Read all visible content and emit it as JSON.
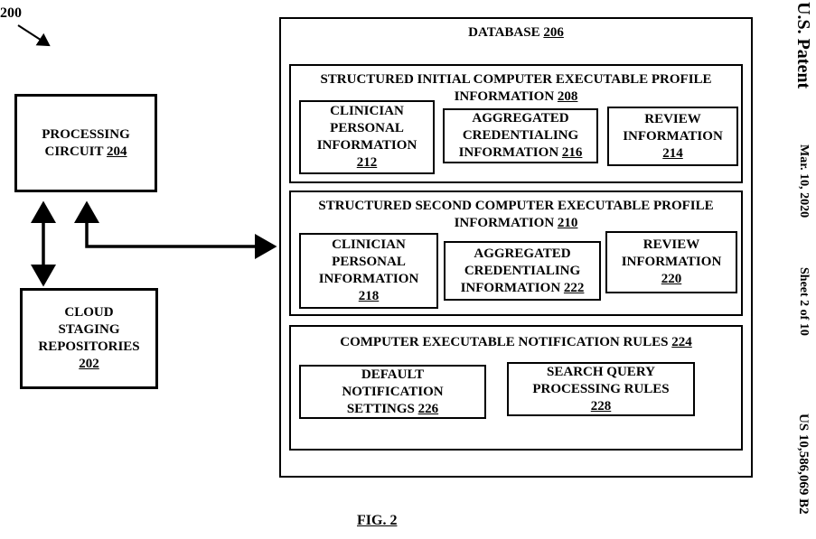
{
  "figure": {
    "ref": "200",
    "caption": "FIG. 2"
  },
  "side_header": {
    "title": "U.S. Patent",
    "date": "Mar. 10, 2020",
    "sheet": "Sheet 2 of 10",
    "number": "US 10,586,069 B2"
  },
  "processing": {
    "line1": "PROCESSING",
    "line2": "CIRCUIT",
    "num": "204"
  },
  "cloud": {
    "line1": "CLOUD",
    "line2": "STAGING",
    "line3": "REPOSITORIES",
    "num": "202"
  },
  "database": {
    "title": "DATABASE",
    "num": "206",
    "initial": {
      "line1": "STRUCTURED INITIAL COMPUTER EXECUTABLE PROFILE",
      "line2": "INFORMATION",
      "num": "208",
      "personal": {
        "l1": "CLINICIAN",
        "l2": "PERSONAL",
        "l3": "INFORMATION",
        "num": "212"
      },
      "cred": {
        "l1": "AGGREGATED",
        "l2": "CREDENTIALING",
        "l3": "INFORMATION",
        "num": "216"
      },
      "review": {
        "l1": "REVIEW",
        "l2": "INFORMATION",
        "num": "214"
      }
    },
    "second": {
      "line1": "STRUCTURED SECOND COMPUTER EXECUTABLE PROFILE",
      "line2": "INFORMATION",
      "num": "210",
      "personal": {
        "l1": "CLINICIAN",
        "l2": "PERSONAL",
        "l3": "INFORMATION",
        "num": "218"
      },
      "cred": {
        "l1": "AGGREGATED",
        "l2": "CREDENTIALING",
        "l3": "INFORMATION",
        "num": "222"
      },
      "review": {
        "l1": "REVIEW",
        "l2": "INFORMATION",
        "num": "220"
      }
    },
    "rules": {
      "title": "COMPUTER EXECUTABLE NOTIFICATION RULES",
      "num": "224",
      "default": {
        "l1": "DEFAULT",
        "l2": "NOTIFICATION",
        "l3": "SETTINGS",
        "num": "226"
      },
      "search": {
        "l1": "SEARCH QUERY",
        "l2": "PROCESSING RULES",
        "num": "228"
      }
    }
  }
}
